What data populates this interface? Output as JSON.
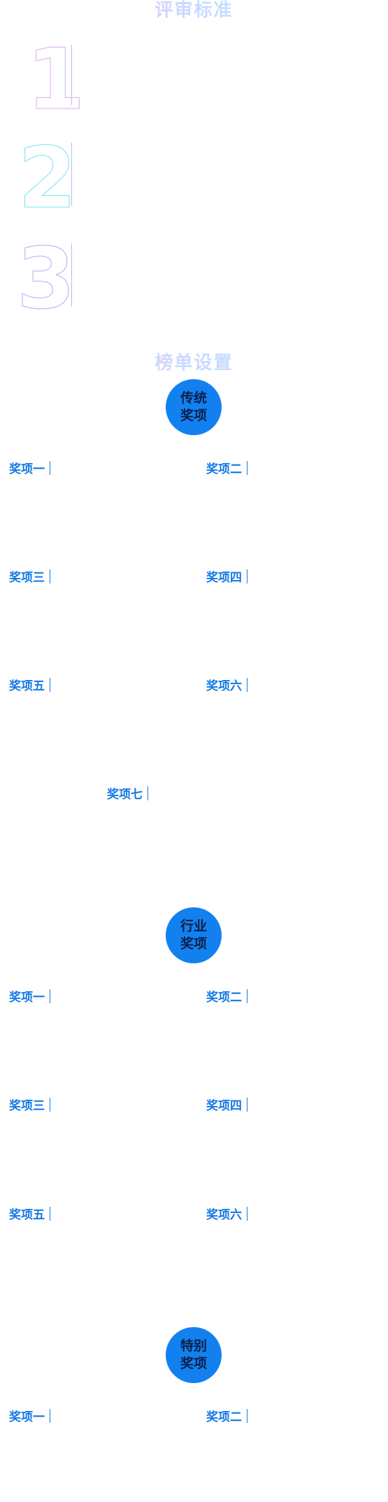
{
  "criteria": {
    "title": "评审标准",
    "numbers": [
      "1",
      "2",
      "3"
    ]
  },
  "ranking": {
    "title": "榜单设置",
    "groups": [
      {
        "name": "传统奖项",
        "awards": [
          "奖项一",
          "奖项二",
          "奖项三",
          "奖项四",
          "奖项五",
          "奖项六",
          "奖项七"
        ]
      },
      {
        "name": "行业奖项",
        "awards": [
          "奖项一",
          "奖项二",
          "奖项三",
          "奖项四",
          "奖项五",
          "奖项六"
        ]
      },
      {
        "name": "特别奖项",
        "awards": [
          "奖项一",
          "奖项二"
        ]
      }
    ]
  },
  "colors": {
    "badge": "#1281ef",
    "badge_text": "#0c1f4a",
    "award_text": "#1478e3"
  }
}
